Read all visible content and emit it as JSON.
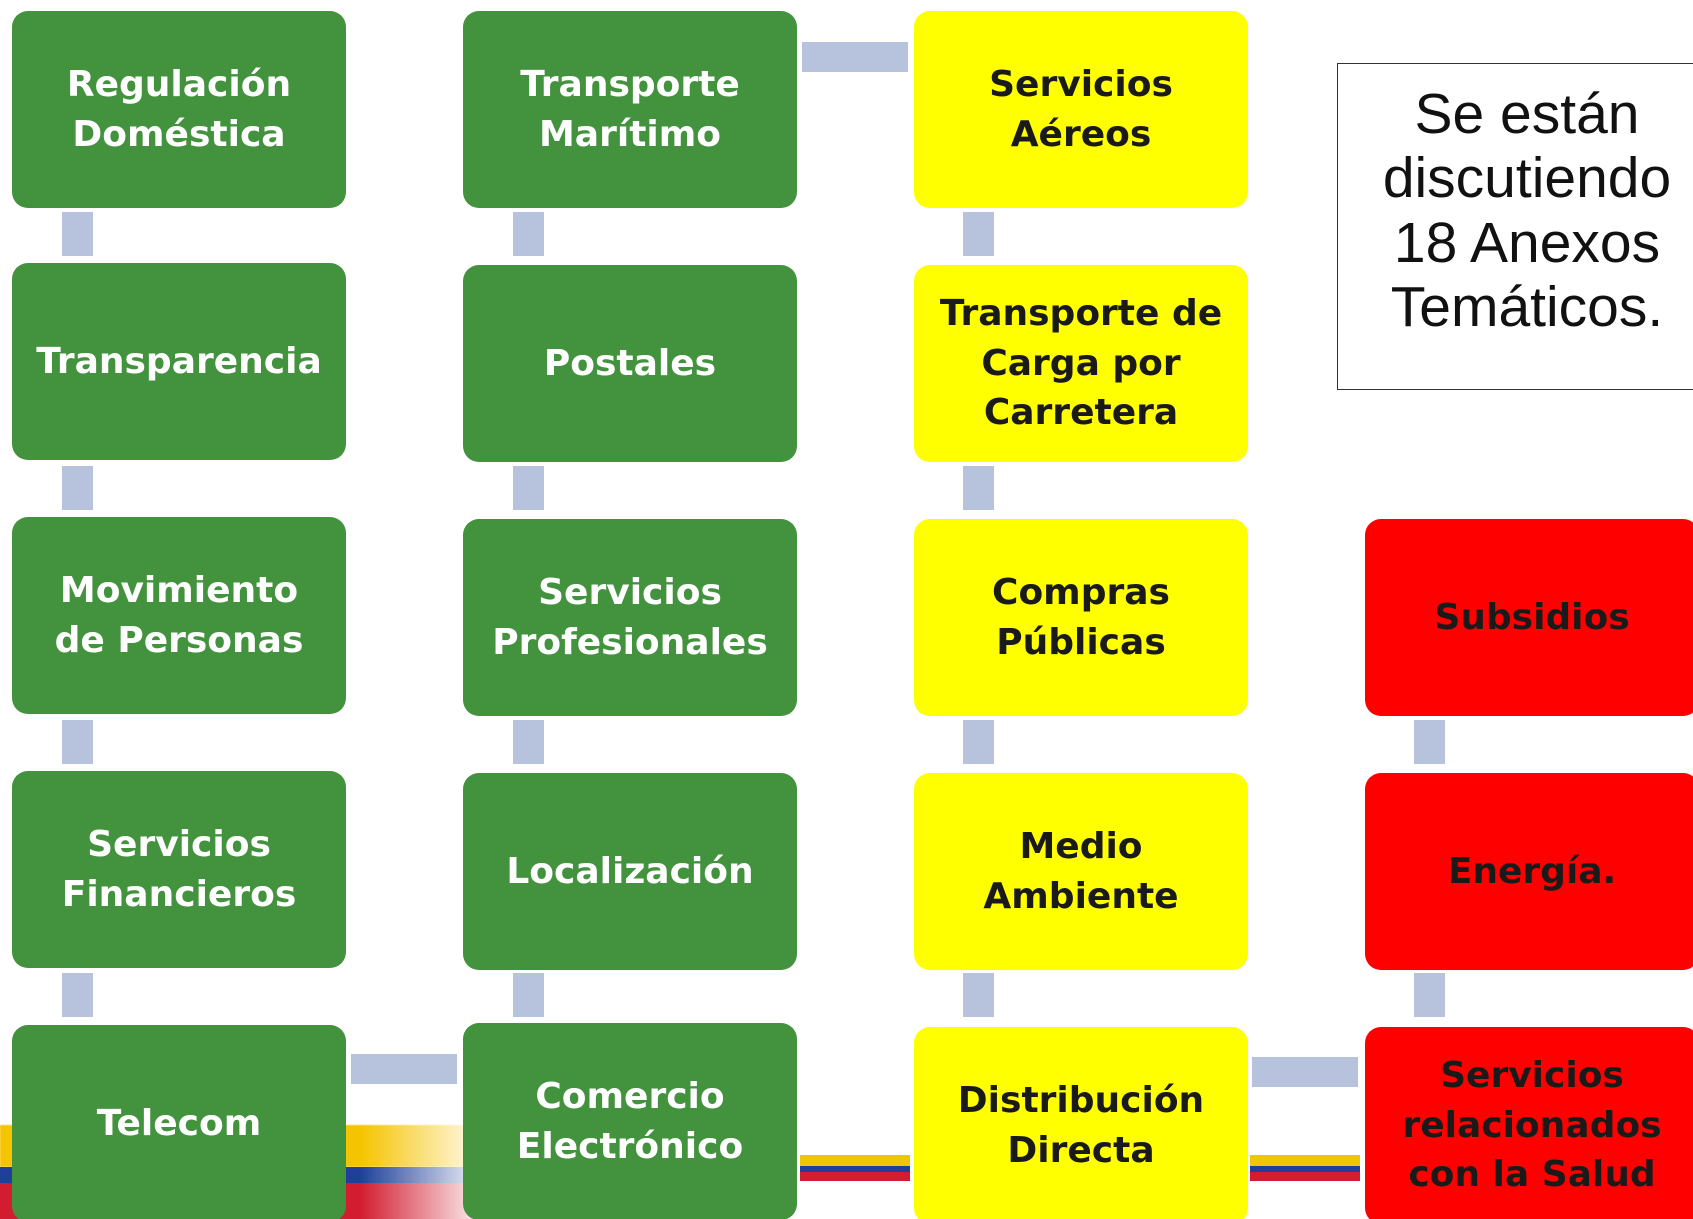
{
  "diagram": {
    "columns": [
      {
        "color": "#43923e",
        "boxes": [
          "Regulación\nDoméstica",
          "Transparencia",
          "Movimiento\nde Personas",
          "Servicios\nFinancieros",
          "Telecom"
        ]
      },
      {
        "color": "#43923e",
        "boxes": [
          "Transporte\nMarítimo",
          "Postales",
          "Servicios\nProfesionales",
          "Localización",
          "Comercio\nElectrónico"
        ]
      },
      {
        "color": "#ffff00",
        "boxes": [
          "Servicios\nAéreos",
          "Transporte de\nCarga por\nCarretera",
          "Compras\nPúblicas",
          "Medio\nAmbiente",
          "Distribución\nDirecta"
        ]
      },
      {
        "color": "#ff0000",
        "boxes": [
          "Subsidios",
          "Energía.",
          "Servicios\nrelacionados\ncon la Salud"
        ]
      }
    ],
    "note": "Se están\ndiscutiendo\n18 Anexos\nTemáticos.",
    "connector_color": "#b7c3dc"
  }
}
